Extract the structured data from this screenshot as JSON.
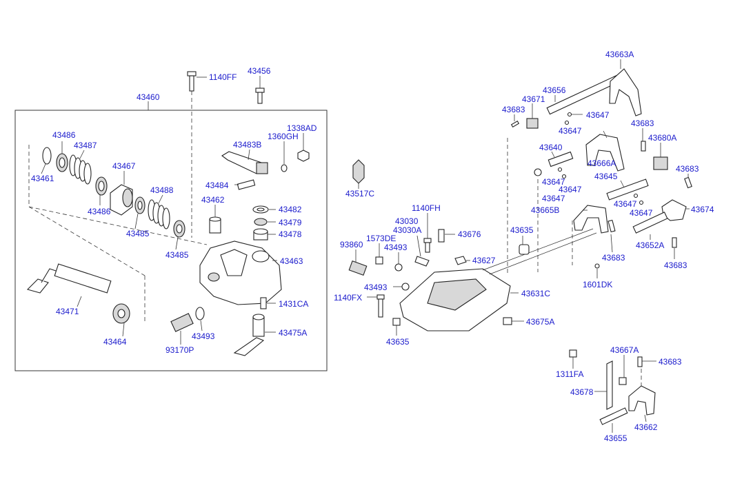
{
  "labels": {
    "l43460": "43460",
    "l1140FF": "1140FF",
    "l43456": "43456",
    "l43486a": "43486",
    "l43487": "43487",
    "l43461": "43461",
    "l43467": "43467",
    "l43486b": "43486",
    "l43488": "43488",
    "l43485a": "43485",
    "l43485b": "43485",
    "l43471": "43471",
    "l43464": "43464",
    "l43483B": "43483B",
    "l1360GH": "1360GH",
    "l1338AD": "1338AD",
    "l43484": "43484",
    "l43462": "43462",
    "l43482": "43482",
    "l43479": "43479",
    "l43478": "43478",
    "l43463": "43463",
    "l1431CA": "1431CA",
    "l43475A": "43475A",
    "l43493a": "43493",
    "l93170P": "93170P",
    "l43517C": "43517C",
    "l1140FH": "1140FH",
    "l43030": "43030",
    "l43030A": "43030A",
    "l43676": "43676",
    "l93860": "93860",
    "l1573DE": "1573DE",
    "l43493b": "43493",
    "l43627": "43627",
    "l43493c": "43493",
    "l1140FX": "1140FX",
    "l43631C": "43631C",
    "l43635a": "43635",
    "l43675A": "43675A",
    "l43635b": "43635",
    "l43663A": "43663A",
    "l43656": "43656",
    "l43671": "43671",
    "l43683a": "43683",
    "l43647a": "43647",
    "l43647b": "43647",
    "l43683b": "43683",
    "l43680A": "43680A",
    "l43640": "43640",
    "l43666A": "43666A",
    "l43683c": "43683",
    "l43647c": "43647",
    "l43647d": "43647",
    "l43645": "43645",
    "l43647e": "43647",
    "l43665B": "43665B",
    "l43647f": "43647",
    "l43674": "43674",
    "l43652A": "43652A",
    "l43683d": "43683",
    "l43683e": "43683",
    "l1601DK": "1601DK",
    "l43667A": "43667A",
    "l43683f": "43683",
    "l1311FA": "1311FA",
    "l43678": "43678",
    "l43662": "43662",
    "l43655": "43655"
  },
  "colors": {
    "label": "#1a1acc",
    "line": "#222222",
    "background": "#ffffff"
  }
}
